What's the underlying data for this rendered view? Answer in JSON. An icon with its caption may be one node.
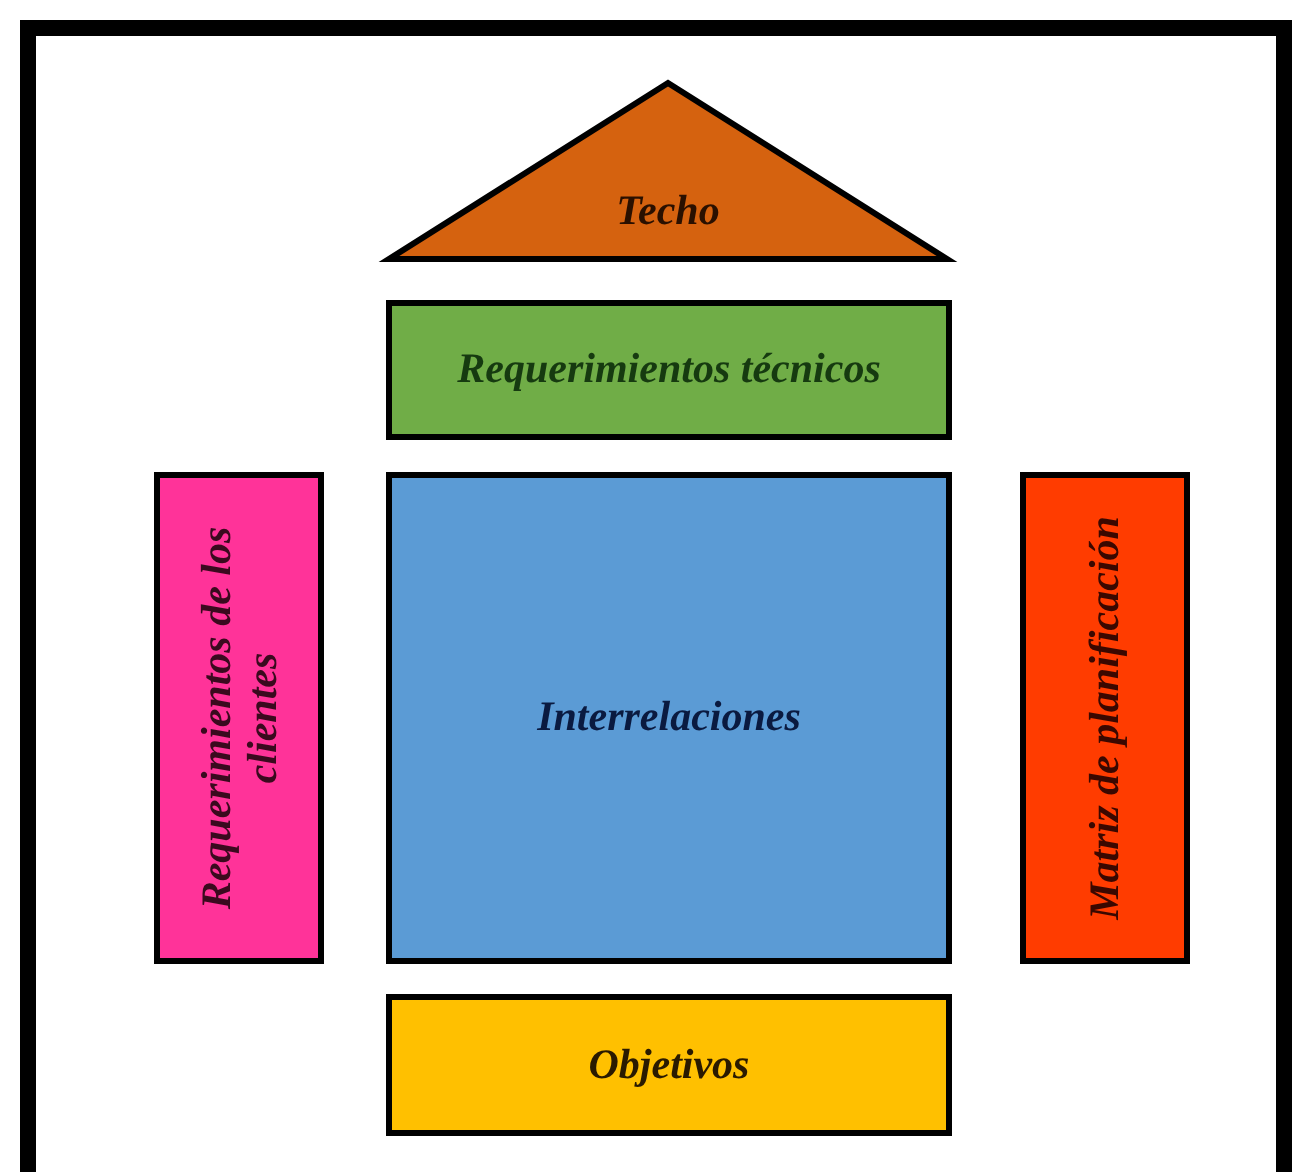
{
  "diagram": {
    "nodes": [
      {
        "text": [
          "Techo"
        ]
      },
      {
        "text": [
          "Requerimientos técnicos"
        ]
      },
      {
        "text": [
          "Requerimientos de los clientes"
        ]
      },
      {
        "text": [
          "Interrelaciones"
        ]
      },
      {
        "text": [
          "Matriz de planificación"
        ]
      },
      {
        "text": [
          "Objetivos"
        ]
      }
    ]
  }
}
